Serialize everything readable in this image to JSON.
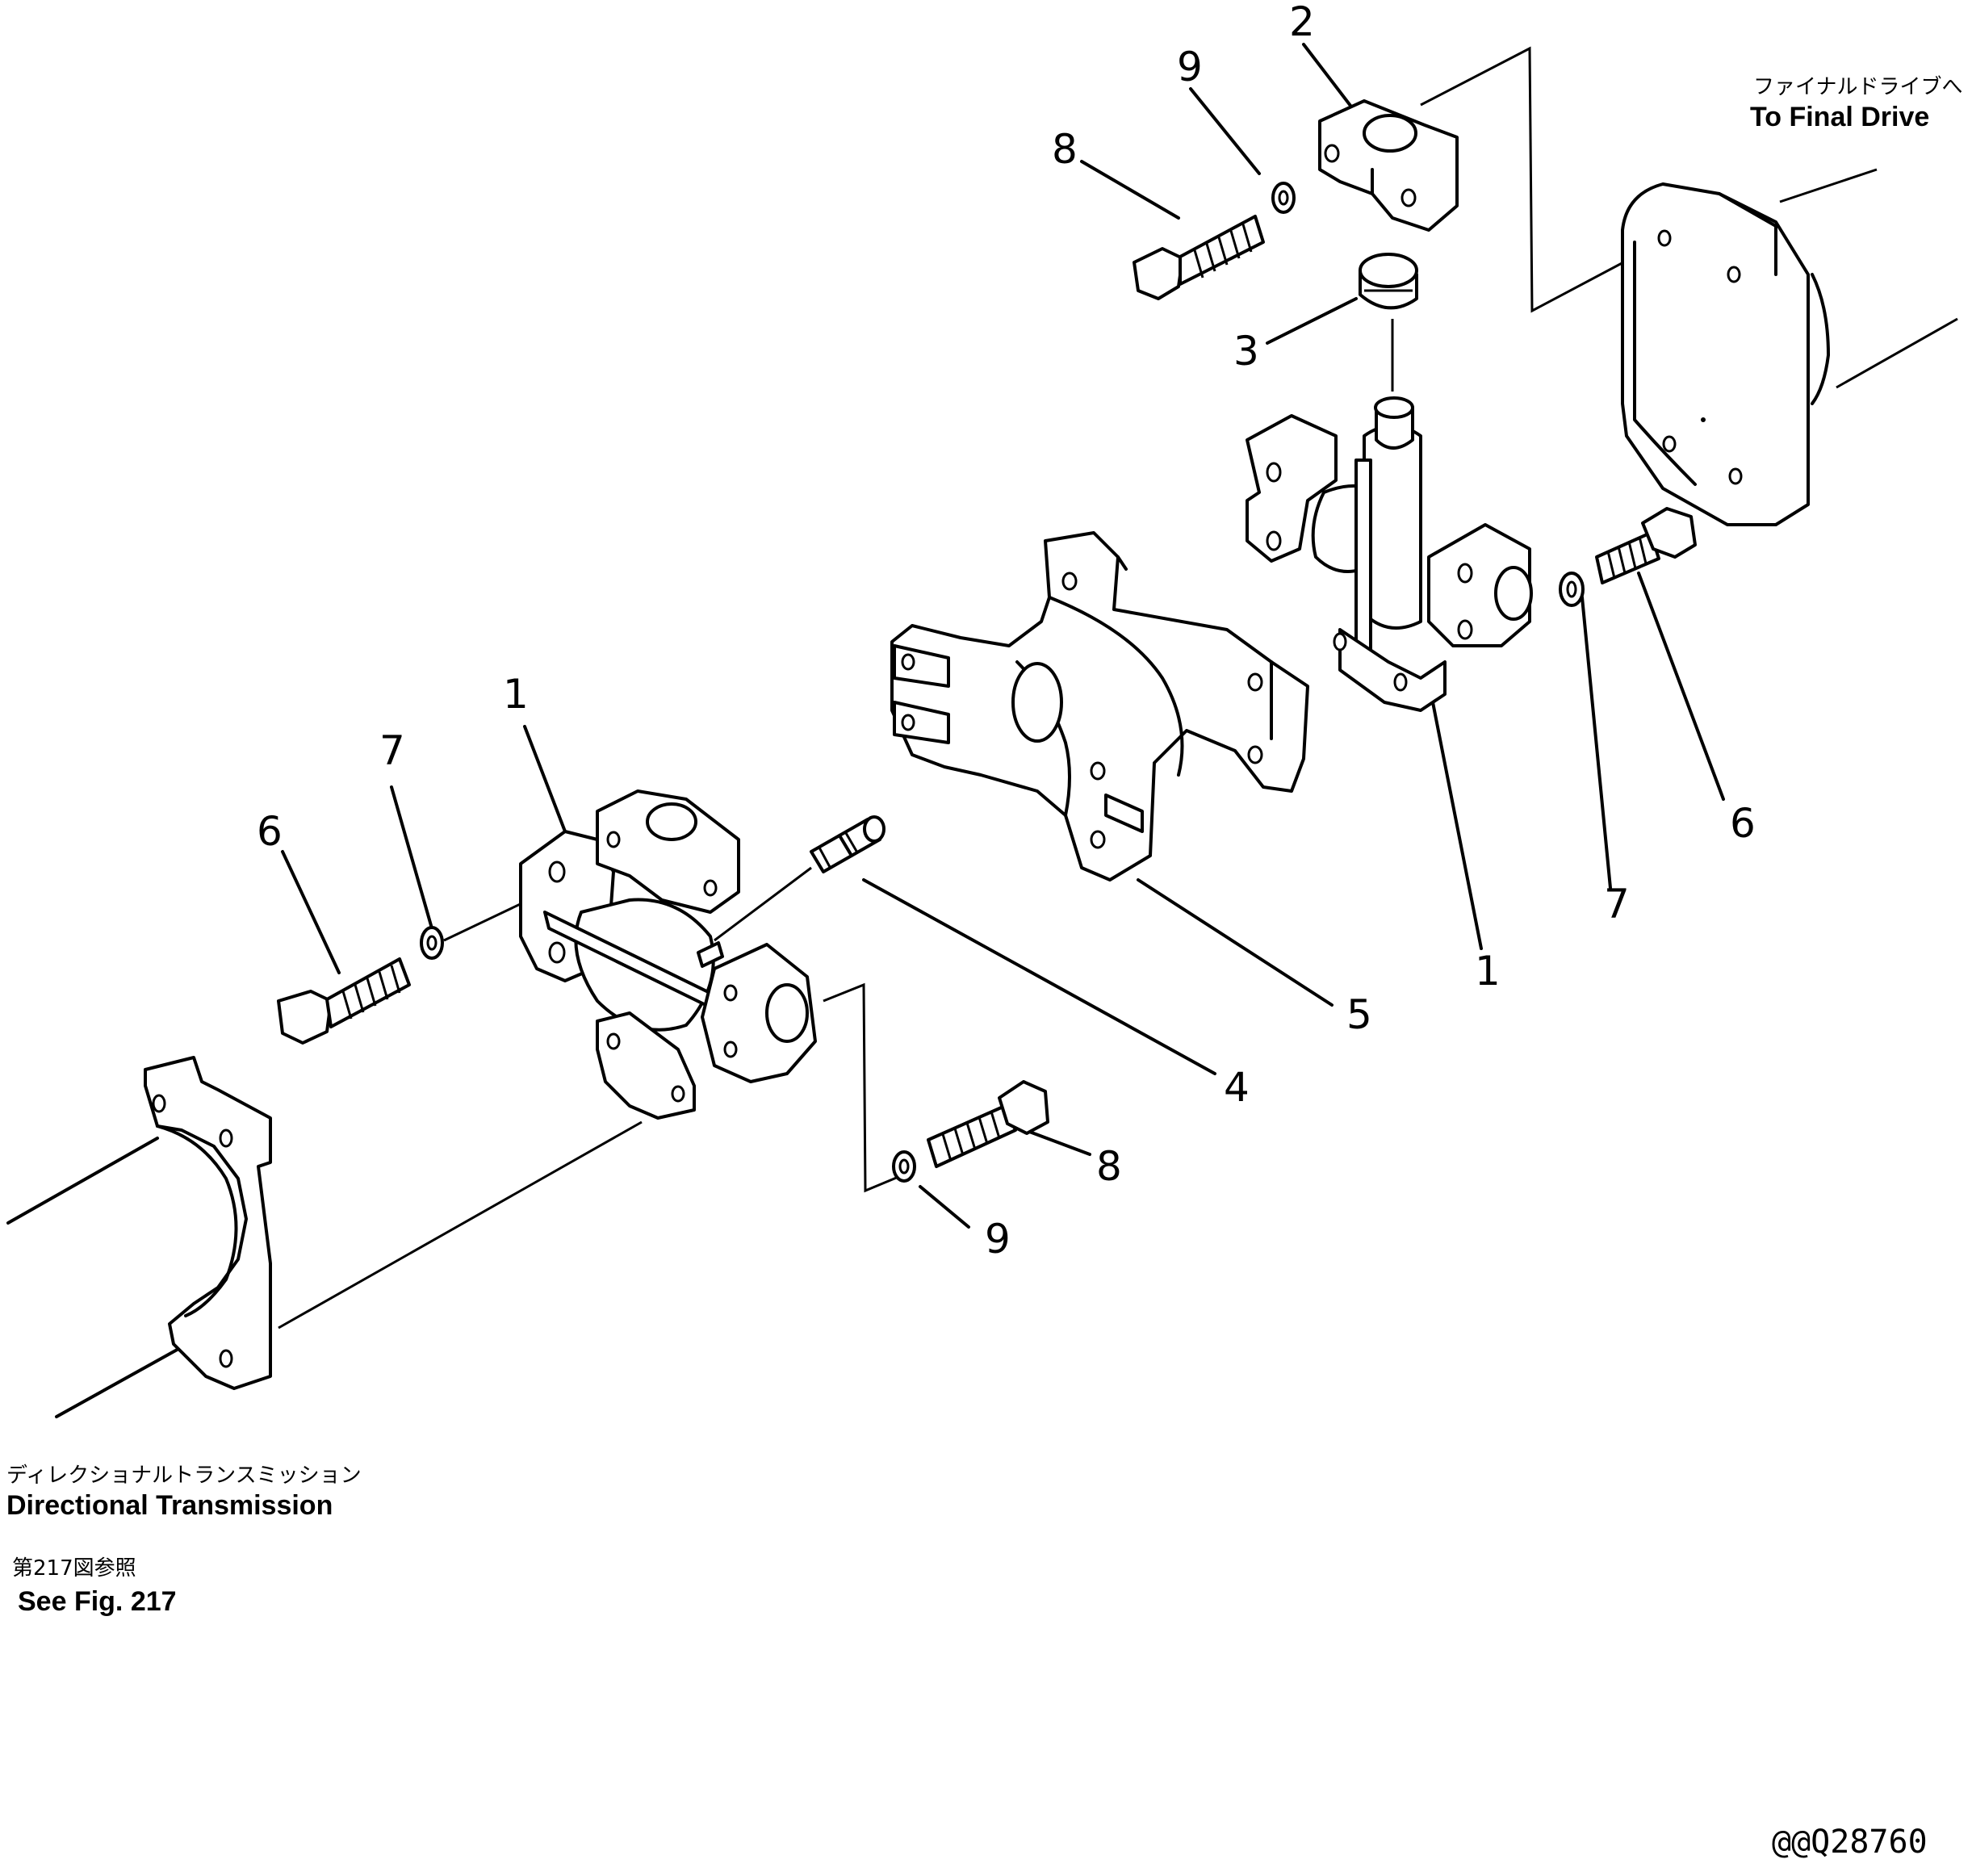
{
  "callouts": [
    "1",
    "1",
    "2",
    "3",
    "4",
    "5",
    "6",
    "6",
    "7",
    "7",
    "8",
    "8",
    "9",
    "9"
  ],
  "notes": {
    "final_drive_jp": "ファイナルドライブへ",
    "final_drive_en": "To Final Drive",
    "transmission_jp": "ディレクショナルトランスミッション",
    "transmission_en": "Directional Transmission",
    "see_fig_jp": "第217図参照",
    "see_fig_en": "See Fig. 217"
  },
  "drawing_code": "@@Q28760"
}
